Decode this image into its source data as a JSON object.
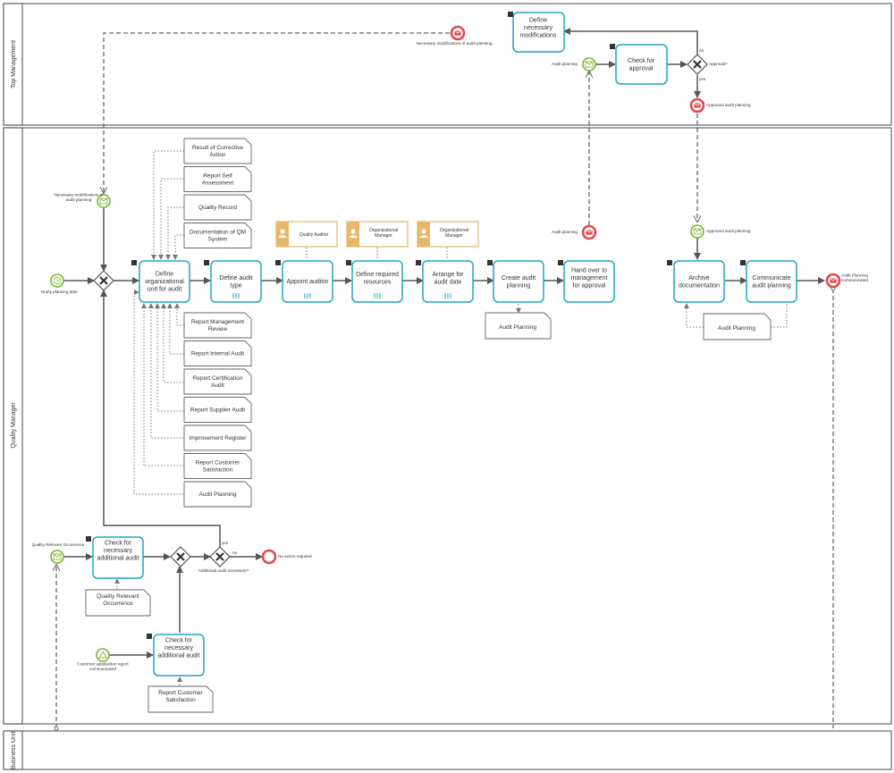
{
  "lanes": {
    "top_management": "Top Management",
    "quality_manager": "Quality Manager",
    "business_unit": "Business Unit"
  },
  "tasks": {
    "define_mods": "Define necessary modifications",
    "check_approval": "Check for approval",
    "define_org": "Define organizational unit for audit",
    "define_type": "Define audit type",
    "appoint": "Appoint auditor",
    "resources": "Define required resources",
    "arrange": "Arrange for audit date",
    "create": "Create audit planning",
    "handover": "Hand over to management for approval",
    "archive": "Archive documentation",
    "communicate": "Communicate audit planning",
    "check_add1": "Check for necessary additional audit",
    "check_add2": "Check for necessary additional audit"
  },
  "roles": {
    "quality_auditor": "Quality Auditor",
    "org_manager_1": "Organizational Manager",
    "org_manager_2": "Organizational Manager"
  },
  "documents": {
    "upper": [
      "Result of Corrective Action",
      "Report Self Assessment",
      "Quality Record",
      "Documentation of QM System"
    ],
    "lower": [
      "Report Management Review",
      "Report Internal Audit",
      "Report Certification Audit",
      "Report Supplier Audit",
      "Improvement Register",
      "Report Customer Satisfaction",
      "Audit Planning"
    ],
    "audit_planning_create": "Audit Planning",
    "audit_planning_archive": "Audit Planning",
    "quality_relevant": "Quality Relevant Occurrence",
    "customer_sat": "Report Customer Satisfaction"
  },
  "events": {
    "mods_msg": "Necessary modifications of audit planning",
    "audit_planning_tm": "Audit planning",
    "approved_tm": "Approved audit planning",
    "approval_q": "Approval?",
    "no": "no",
    "yes": "yes",
    "necessary_mods": "Necessary modifications of audit planning",
    "yearly": "Yearly planning date",
    "audit_planning_qm": "Audit planning",
    "approved_qm": "Approved audit planning",
    "communicated": "Audit Planning communicated",
    "qro": "Quality Relevant Occurrence",
    "csr": "Customer satisfaction report communicated",
    "no_action": "No action required",
    "additional_q": "Additional audit necessary?",
    "yes2": "yes",
    "no2": "no"
  },
  "colors": {
    "task": "#1fa6c9",
    "start": "#7ab535",
    "end": "#e4474b",
    "role": "#e6b86a"
  }
}
